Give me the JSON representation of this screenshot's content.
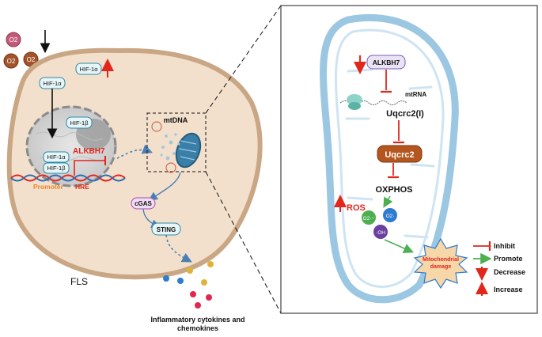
{
  "colors": {
    "cell_fill": "#f3e0cc",
    "cell_border": "#c9a784",
    "nucleus_fill": "#dcdcdc",
    "red": "#e1261c",
    "green": "#4caf50",
    "dark": "#111111",
    "uqcrc2_box": "#b5561f",
    "mito_blue": "#cfe4f3",
    "damage_fill": "#f7d6a8"
  },
  "oxygen": {
    "molecules": [
      "O2",
      "O2",
      "O2"
    ]
  },
  "cell": {
    "hif1a_cyto": "HIF-1α",
    "hif1a_top": "HIF-1α",
    "hif1b_top": "HIF-1β",
    "hif1a_low": "HIF-1α",
    "hif1b_low": "HIF-1β",
    "alkbh7": "ALKBH7",
    "promoter": "Promoter",
    "hre": "HRE",
    "mtdna": "mtDNA",
    "cgas": "cGAS",
    "sting": "STING",
    "label": "FLS"
  },
  "cytokines": {
    "caption_line1": "Inflammatory cytokines and",
    "caption_line2": "chemokines"
  },
  "mito": {
    "alkbh7": "ALKBH7",
    "mtrna": "mtRNA",
    "uqcrc2_i": "Uqcrc2(I)",
    "uqcrc2": "Uqcrc2",
    "oxphos": "OXPHOS",
    "ros": "ROS",
    "ros_species": [
      "O2·−",
      "O2·",
      "·OH"
    ],
    "damage_line1": "Mitochondrial",
    "damage_line2": "damage"
  },
  "legend": {
    "inhibit": "Inhibit",
    "promote": "Promote",
    "decrease": "Decrease",
    "increase": "Increase"
  }
}
